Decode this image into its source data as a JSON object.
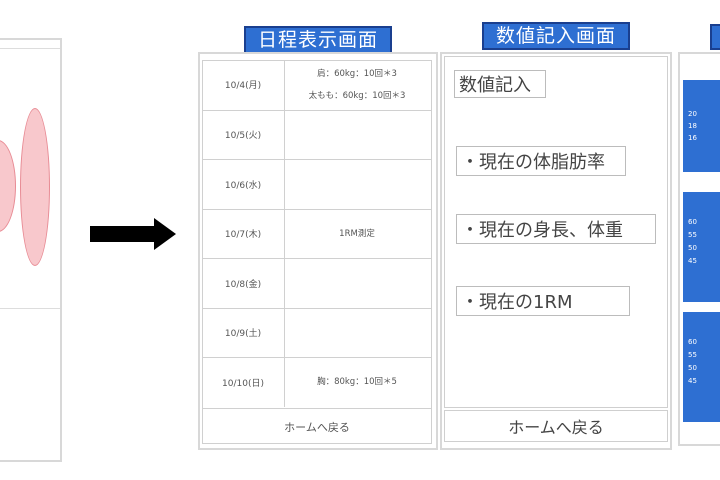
{
  "schedule_screen": {
    "title": "日程表示画面",
    "rows": [
      {
        "date": "10/4(月)",
        "lines": [
          "肩：60kg：10回＊3",
          "太もも：60kg：10回＊3"
        ]
      },
      {
        "date": "10/5(火)",
        "lines": []
      },
      {
        "date": "10/6(水)",
        "lines": []
      },
      {
        "date": "10/7(木)",
        "lines": [
          "1RM測定"
        ]
      },
      {
        "date": "10/8(金)",
        "lines": []
      },
      {
        "date": "10/9(土)",
        "lines": []
      },
      {
        "date": "10/10(日)",
        "lines": [
          "胸：80kg：10回＊5"
        ]
      }
    ],
    "home_label": "ホームへ戻る"
  },
  "input_screen": {
    "title": "数値記入画面",
    "heading": "数値記入",
    "fields": [
      "・現在の体脂肪率",
      "・現在の身長、体重",
      "・現在の1RM"
    ],
    "home_label": "ホームへ戻る"
  },
  "graph_screen": {
    "panel1_ticks": [
      "20",
      "18",
      "16"
    ],
    "panel2_ticks": [
      "60",
      "55",
      "50",
      "45"
    ],
    "panel3_ticks": [
      "60",
      "55",
      "50",
      "45"
    ]
  },
  "colors": {
    "title_bg": "#2e6fd2",
    "graph_bg": "#2e6fd2",
    "ellipse_fill": "#f8c8cc"
  }
}
